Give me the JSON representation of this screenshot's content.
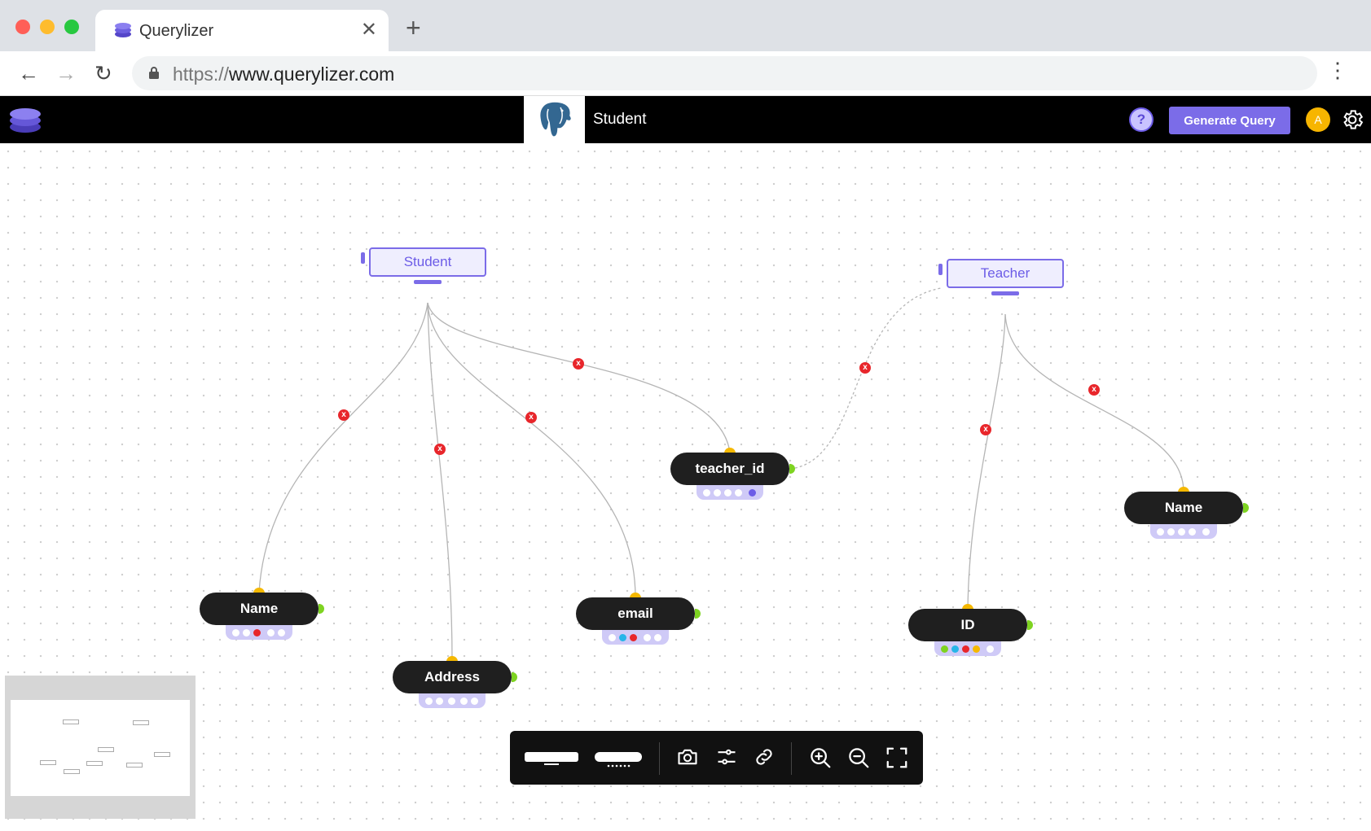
{
  "browser": {
    "tab_title": "Querylizer",
    "url_scheme": "https://",
    "url_host": "www.querylizer.com"
  },
  "app": {
    "db_title": "Student",
    "help_label": "?",
    "generate_label": "Generate Query",
    "avatar_letter": "A",
    "brand_color": "#7b6ce8"
  },
  "diagram": {
    "tables": [
      {
        "name": "Student"
      },
      {
        "name": "Teacher"
      }
    ],
    "columns": [
      {
        "name": "Name",
        "table": "Student"
      },
      {
        "name": "Address",
        "table": "Student"
      },
      {
        "name": "email",
        "table": "Student"
      },
      {
        "name": "teacher_id",
        "table": "Student"
      },
      {
        "name": "ID",
        "table": "Teacher"
      },
      {
        "name": "Name",
        "table": "Teacher"
      }
    ],
    "relation": {
      "from": "teacher_id",
      "to": "Teacher",
      "style": "dashed"
    }
  },
  "toolbar": {
    "icons": [
      "solid-line-icon",
      "dotted-line-icon",
      "camera-icon",
      "sliders-icon",
      "link-icon",
      "zoom-in-icon",
      "zoom-out-icon",
      "fullscreen-icon"
    ]
  }
}
